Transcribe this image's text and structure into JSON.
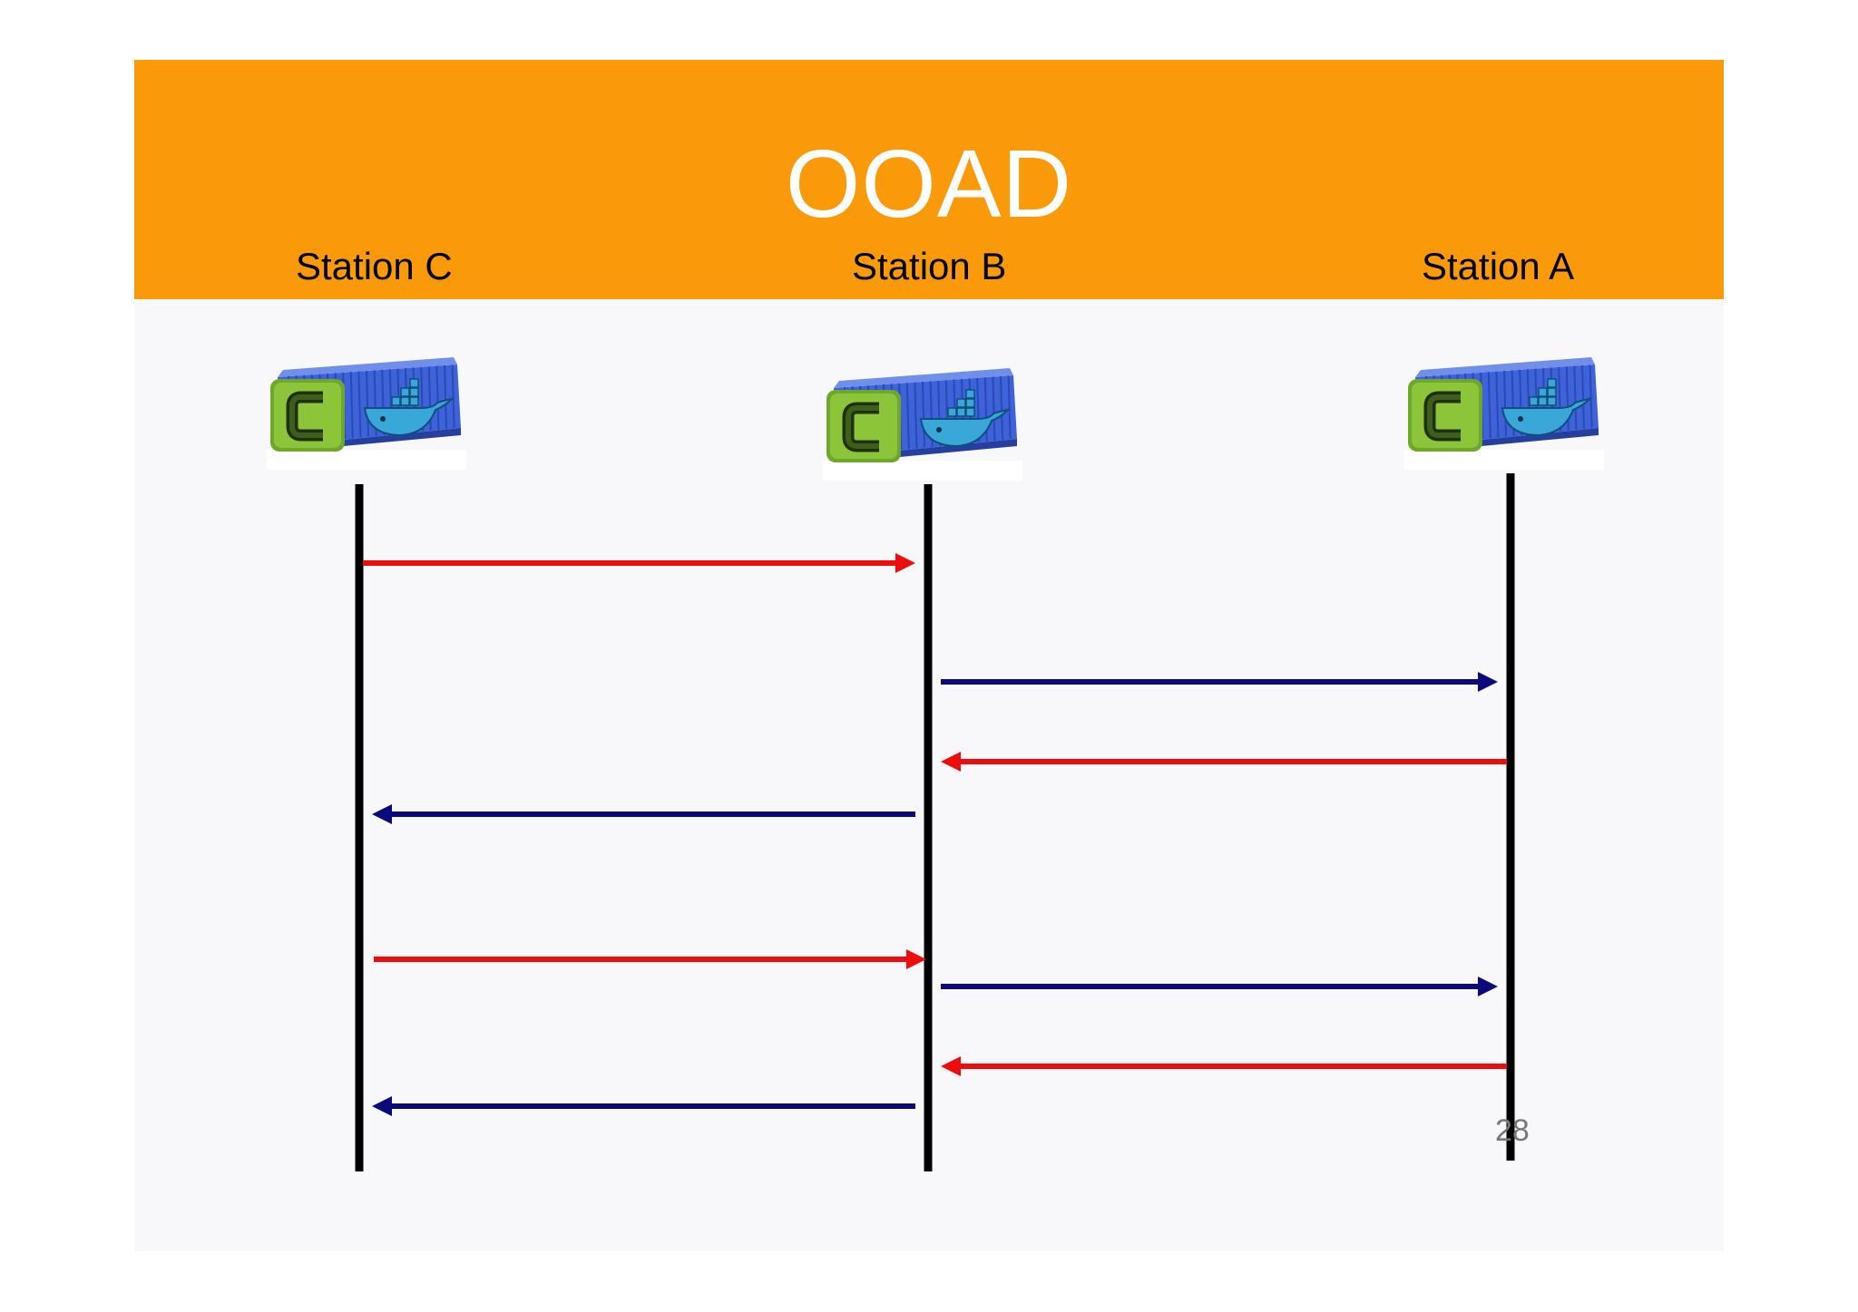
{
  "slide": {
    "title": "OOAD",
    "page_number": "28",
    "colors": {
      "title_bar": "#fa9a0a",
      "request_arrow": "#ee0c0c",
      "response_arrow": "#0a0a7c",
      "lifeline": "#000000"
    }
  },
  "stations": [
    {
      "label": "Station C",
      "icon": "cassandra-docker-container-icon"
    },
    {
      "label": "Station B",
      "icon": "cassandra-docker-container-icon"
    },
    {
      "label": "Station A",
      "icon": "cassandra-docker-container-icon"
    }
  ],
  "messages": [
    {
      "from": "Station C",
      "to": "Station B",
      "color": "red"
    },
    {
      "from": "Station B",
      "to": "Station A",
      "color": "blue"
    },
    {
      "from": "Station A",
      "to": "Station B",
      "color": "red"
    },
    {
      "from": "Station B",
      "to": "Station C",
      "color": "blue"
    },
    {
      "from": "Station C",
      "to": "Station B",
      "color": "red"
    },
    {
      "from": "Station B",
      "to": "Station A",
      "color": "blue"
    },
    {
      "from": "Station A",
      "to": "Station B",
      "color": "red"
    },
    {
      "from": "Station B",
      "to": "Station C",
      "color": "blue"
    }
  ]
}
